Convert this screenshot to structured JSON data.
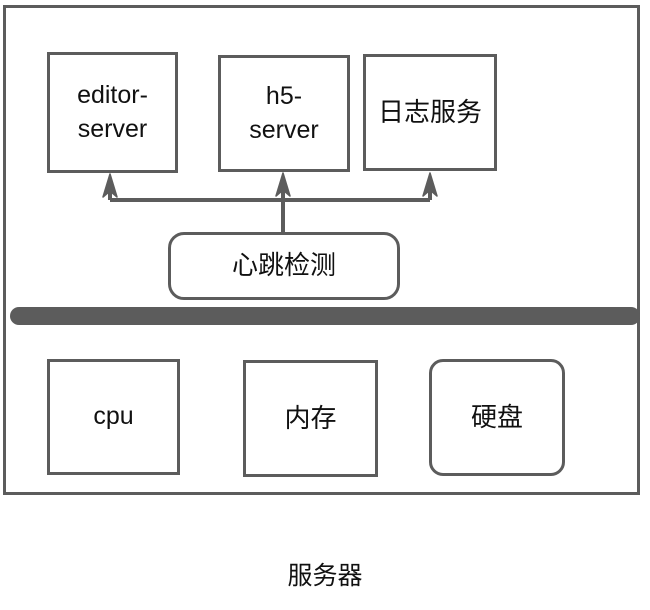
{
  "diagram": {
    "caption": "服务器",
    "container_label": "服务器",
    "colors": {
      "stroke": "#5c5c5c",
      "fill": "#ffffff",
      "text": "#111111",
      "bar": "#5c5c5c",
      "background": "#ffffff"
    },
    "nodes": [
      {
        "id": "editor-server",
        "label": "editor-\nserver",
        "shape": "rectangle",
        "group": "services"
      },
      {
        "id": "h5-server",
        "label": "h5-\nserver",
        "shape": "rectangle",
        "group": "services"
      },
      {
        "id": "log-service",
        "label": "日志服务",
        "shape": "rectangle",
        "group": "services"
      },
      {
        "id": "heartbeat",
        "label": "心跳检测",
        "shape": "rounded-rectangle",
        "group": "monitor"
      },
      {
        "id": "cpu",
        "label": "cpu",
        "shape": "rectangle",
        "group": "hardware"
      },
      {
        "id": "memory",
        "label": "内存",
        "shape": "rectangle",
        "group": "hardware"
      },
      {
        "id": "disk",
        "label": "硬盘",
        "shape": "rounded-rectangle",
        "group": "hardware"
      }
    ],
    "edges": [
      {
        "from": "heartbeat",
        "to": "editor-server",
        "arrow": "end"
      },
      {
        "from": "heartbeat",
        "to": "h5-server",
        "arrow": "end"
      },
      {
        "from": "heartbeat",
        "to": "log-service",
        "arrow": "end"
      }
    ],
    "divider": {
      "id": "hardware-divider",
      "style": "solid-bar"
    }
  }
}
